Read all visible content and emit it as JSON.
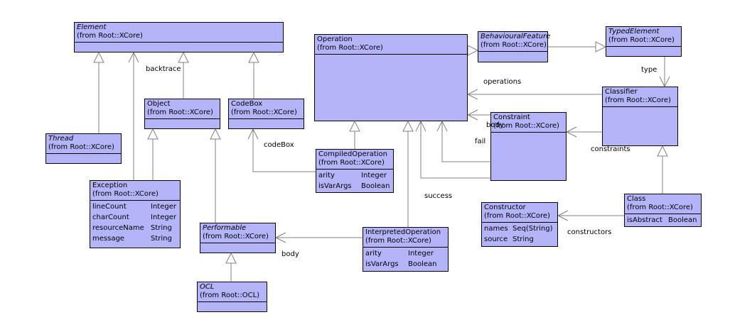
{
  "diagram": {
    "fill_color": "#b4b4fa",
    "line_color": "#808080",
    "classes": [
      {
        "id": "element",
        "name": "Element",
        "from": "(from Root::XCore)",
        "abstract": true,
        "attributes": []
      },
      {
        "id": "thread",
        "name": "Thread",
        "from": "(from Root::XCore)",
        "abstract": true,
        "attributes": []
      },
      {
        "id": "object",
        "name": "Object",
        "from": "(from Root::XCore)",
        "abstract": false,
        "attributes": []
      },
      {
        "id": "codebox",
        "name": "CodeBox",
        "from": "(from Root::XCore)",
        "abstract": false,
        "attributes": []
      },
      {
        "id": "exception",
        "name": "Exception",
        "from": "(from Root::XCore)",
        "abstract": false,
        "attributes": [
          {
            "name": "lineCount",
            "type": "Integer"
          },
          {
            "name": "charCount",
            "type": "Integer"
          },
          {
            "name": "resourceName",
            "type": "String"
          },
          {
            "name": "message",
            "type": "String"
          }
        ]
      },
      {
        "id": "performable",
        "name": "Performable",
        "from": "(from Root::XCore)",
        "abstract": true,
        "attributes": []
      },
      {
        "id": "ocl",
        "name": "OCL",
        "from": "(from Root::OCL)",
        "abstract": true,
        "attributes": []
      },
      {
        "id": "operation",
        "name": "Operation",
        "from": "(from Root::XCore)",
        "abstract": false,
        "attributes": []
      },
      {
        "id": "compiledoperation",
        "name": "CompiledOperation",
        "from": "(from Root::XCore)",
        "abstract": false,
        "attributes": [
          {
            "name": "arity",
            "type": "Integer"
          },
          {
            "name": "isVarArgs",
            "type": "Boolean"
          }
        ]
      },
      {
        "id": "interpretedoperation",
        "name": "InterpretedOperation",
        "from": "(from Root::XCore)",
        "abstract": false,
        "attributes": [
          {
            "name": "arity",
            "type": "Integer"
          },
          {
            "name": "isVarArgs",
            "type": "Boolean"
          }
        ]
      },
      {
        "id": "behaviouralfeature",
        "name": "BehaviouralFeature",
        "from": "(from Root::XCore)",
        "abstract": true,
        "attributes": []
      },
      {
        "id": "typedelement",
        "name": "TypedElement",
        "from": "(from Root::XCore)",
        "abstract": true,
        "attributes": []
      },
      {
        "id": "classifier",
        "name": "Classifier",
        "from": "(from Root::XCore)",
        "abstract": false,
        "attributes": []
      },
      {
        "id": "constraint",
        "name": "Constraint",
        "from": "(from Root::XCore)",
        "abstract": false,
        "attributes": []
      },
      {
        "id": "constructor",
        "name": "Constructor",
        "from": "(from Root::XCore)",
        "abstract": false,
        "attributes": [
          {
            "name": "names",
            "type": "Seq(String)"
          },
          {
            "name": "source",
            "type": "String"
          }
        ]
      },
      {
        "id": "class",
        "name": "Class",
        "from": "(from Root::XCore)",
        "abstract": false,
        "attributes": [
          {
            "name": "isAbstract",
            "type": "Boolean"
          }
        ]
      }
    ],
    "relations": [
      {
        "kind": "generalization",
        "from": "thread",
        "to": "element",
        "label": ""
      },
      {
        "kind": "association",
        "from": "exception",
        "to": "element",
        "label": "backtrace"
      },
      {
        "kind": "generalization",
        "from": "object",
        "to": "element",
        "label": ""
      },
      {
        "kind": "generalization",
        "from": "codebox",
        "to": "element",
        "label": ""
      },
      {
        "kind": "generalization",
        "from": "exception",
        "to": "object",
        "label": ""
      },
      {
        "kind": "generalization",
        "from": "performable",
        "to": "object",
        "label": ""
      },
      {
        "kind": "association",
        "from": "compiledoperation",
        "to": "codebox",
        "label": "codeBox"
      },
      {
        "kind": "generalization",
        "from": "compiledoperation",
        "to": "operation",
        "label": ""
      },
      {
        "kind": "generalization",
        "from": "interpretedoperation",
        "to": "operation",
        "label": ""
      },
      {
        "kind": "association",
        "from": "interpretedoperation",
        "to": "performable",
        "label": "body"
      },
      {
        "kind": "generalization",
        "from": "ocl",
        "to": "performable",
        "label": ""
      },
      {
        "kind": "generalization",
        "from": "operation",
        "to": "behaviouralfeature",
        "label": ""
      },
      {
        "kind": "generalization",
        "from": "behaviouralfeature",
        "to": "typedelement",
        "label": ""
      },
      {
        "kind": "association",
        "from": "typedelement",
        "to": "classifier",
        "label": "type"
      },
      {
        "kind": "association",
        "from": "classifier",
        "to": "operation",
        "label": "operations"
      },
      {
        "kind": "association",
        "from": "constraint",
        "to": "operation",
        "label": "body"
      },
      {
        "kind": "association",
        "from": "constraint",
        "to": "operation",
        "label": "fail"
      },
      {
        "kind": "association",
        "from": "constraint",
        "to": "operation",
        "label": "success"
      },
      {
        "kind": "association",
        "from": "classifier",
        "to": "constraint",
        "label": "constraints"
      },
      {
        "kind": "generalization",
        "from": "class",
        "to": "classifier",
        "label": ""
      },
      {
        "kind": "association",
        "from": "class",
        "to": "constructor",
        "label": "constructors"
      }
    ]
  }
}
